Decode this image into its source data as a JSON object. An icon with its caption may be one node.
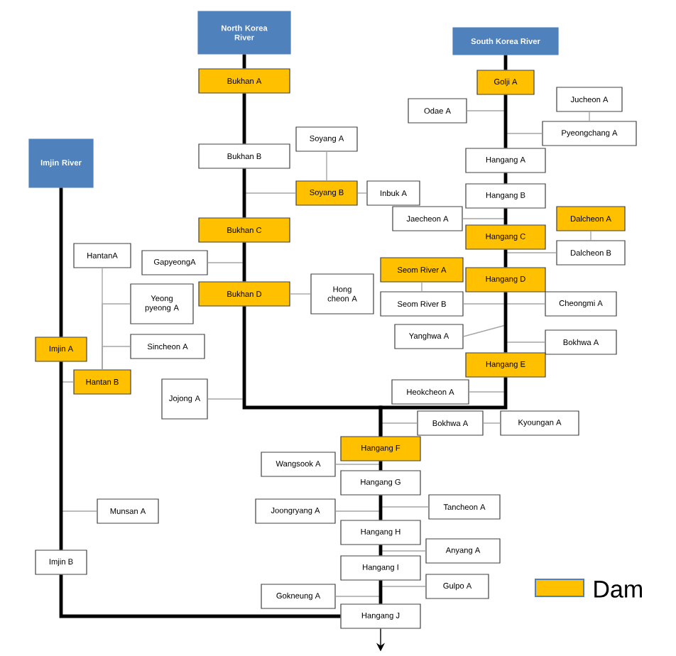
{
  "diagram": {
    "nodes": [
      {
        "text": [
          "North Korea River"
        ]
      },
      {
        "text": [
          "Bukhan A"
        ]
      },
      {
        "text": [
          "Bukhan B"
        ]
      },
      {
        "text": [
          "Soyang A"
        ]
      },
      {
        "text": [
          "Soyang B"
        ]
      },
      {
        "text": [
          "Inbuk A"
        ]
      },
      {
        "text": [
          "Bukhan C"
        ]
      },
      {
        "text": [
          "GapyeongA"
        ]
      },
      {
        "text": [
          "Hong cheon A"
        ]
      },
      {
        "text": [
          "Bukhan D"
        ]
      },
      {
        "text": [
          "South Korea River"
        ]
      },
      {
        "text": [
          "Golji A"
        ]
      },
      {
        "text": [
          "Jucheon A"
        ]
      },
      {
        "text": [
          "Odae A"
        ]
      },
      {
        "text": [
          "Pyeongchang A"
        ]
      },
      {
        "text": [
          "Hangang A"
        ]
      },
      {
        "text": [
          "Hangang B"
        ]
      },
      {
        "text": [
          "Jaecheon A"
        ]
      },
      {
        "text": [
          "Dalcheon A"
        ]
      },
      {
        "text": [
          "Hangang C"
        ]
      },
      {
        "text": [
          "Dalcheon B"
        ]
      },
      {
        "text": [
          "Seom River A"
        ]
      },
      {
        "text": [
          "Hangang D"
        ]
      },
      {
        "text": [
          "Seom River B"
        ]
      },
      {
        "text": [
          "Cheongmi A"
        ]
      },
      {
        "text": [
          "Yanghwa A"
        ]
      },
      {
        "text": [
          "Bokhwa A"
        ]
      },
      {
        "text": [
          "Hangang E"
        ]
      },
      {
        "text": [
          "Heokcheon A"
        ]
      },
      {
        "text": [
          "Imjin River"
        ]
      },
      {
        "text": [
          "HantanA"
        ]
      },
      {
        "text": [
          "Yeong pyeong A"
        ]
      },
      {
        "text": [
          "Imjin A"
        ]
      },
      {
        "text": [
          "Sincheon A"
        ]
      },
      {
        "text": [
          "Hantan B"
        ]
      },
      {
        "text": [
          "Jojong A"
        ]
      },
      {
        "text": [
          "Bokhwa A"
        ]
      },
      {
        "text": [
          "Kyoungan A"
        ]
      },
      {
        "text": [
          "Hangang F"
        ]
      },
      {
        "text": [
          "Wangsook A"
        ]
      },
      {
        "text": [
          "Hangang G"
        ]
      },
      {
        "text": [
          "Tancheon A"
        ]
      },
      {
        "text": [
          "Joongryang A"
        ]
      },
      {
        "text": [
          "Hangang H"
        ]
      },
      {
        "text": [
          "Munsan A"
        ]
      },
      {
        "text": [
          "Anyang A"
        ]
      },
      {
        "text": [
          "Hangang I"
        ]
      },
      {
        "text": [
          "Imjin B"
        ]
      },
      {
        "text": [
          "Gulpo A"
        ]
      },
      {
        "text": [
          "Gokneung A"
        ]
      },
      {
        "text": [
          "Hangang J"
        ]
      }
    ],
    "edges": [
      {
        "from": 0,
        "to": 1,
        "arrow": "none",
        "style": "thick",
        "color": "#000000"
      },
      {
        "from": 1,
        "to": 2,
        "arrow": "none",
        "style": "thick",
        "color": "#000000"
      },
      {
        "from": 2,
        "to": 6,
        "arrow": "none",
        "style": "thick",
        "color": "#000000"
      },
      {
        "from": 6,
        "to": 9,
        "arrow": "none",
        "style": "thick",
        "color": "#000000"
      },
      {
        "from": 9,
        "to": 38,
        "arrow": "none",
        "style": "thick",
        "color": "#000000"
      },
      {
        "from": 10,
        "to": 11,
        "arrow": "none",
        "style": "thick",
        "color": "#000000"
      },
      {
        "from": 11,
        "to": 15,
        "arrow": "none",
        "style": "thick",
        "color": "#000000"
      },
      {
        "from": 15,
        "to": 16,
        "arrow": "none",
        "style": "thick",
        "color": "#000000"
      },
      {
        "from": 16,
        "to": 19,
        "arrow": "none",
        "style": "thick",
        "color": "#000000"
      },
      {
        "from": 19,
        "to": 22,
        "arrow": "none",
        "style": "thick",
        "color": "#000000"
      },
      {
        "from": 22,
        "to": 27,
        "arrow": "none",
        "style": "thick",
        "color": "#000000"
      },
      {
        "from": 27,
        "to": 38,
        "arrow": "none",
        "style": "thick",
        "color": "#000000"
      },
      {
        "from": 38,
        "to": 40,
        "arrow": "none",
        "style": "thick",
        "color": "#000000"
      },
      {
        "from": 40,
        "to": 43,
        "arrow": "none",
        "style": "thick",
        "color": "#000000"
      },
      {
        "from": 43,
        "to": 46,
        "arrow": "none",
        "style": "thick",
        "color": "#000000"
      },
      {
        "from": 46,
        "to": 50,
        "arrow": "none",
        "style": "thick",
        "color": "#000000"
      },
      {
        "from": 29,
        "to": 32,
        "arrow": "none",
        "style": "thick",
        "color": "#000000"
      },
      {
        "from": 32,
        "to": 47,
        "arrow": "none",
        "style": "thick",
        "color": "#000000"
      },
      {
        "from": 47,
        "to": 50,
        "arrow": "none",
        "style": "thick",
        "color": "#000000"
      },
      {
        "from": 50,
        "to": null,
        "arrow": "to",
        "color": "#000000"
      },
      {
        "from": 3,
        "to": 4,
        "arrow": "none"
      },
      {
        "from": 5,
        "to": 4,
        "arrow": "none"
      },
      {
        "from": 4,
        "to": 6,
        "arrow": "none"
      },
      {
        "from": 7,
        "to": 9,
        "arrow": "none"
      },
      {
        "from": 8,
        "to": 9,
        "arrow": "none"
      },
      {
        "from": 35,
        "to": 38,
        "arrow": "none"
      },
      {
        "from": 13,
        "to": 15,
        "arrow": "none"
      },
      {
        "from": 12,
        "to": 14,
        "arrow": "none"
      },
      {
        "from": 14,
        "to": 15,
        "arrow": "none"
      },
      {
        "from": 17,
        "to": 19,
        "arrow": "none"
      },
      {
        "from": 18,
        "to": 20,
        "arrow": "none"
      },
      {
        "from": 20,
        "to": 22,
        "arrow": "none"
      },
      {
        "from": 21,
        "to": 23,
        "arrow": "none"
      },
      {
        "from": 23,
        "to": 27,
        "arrow": "none"
      },
      {
        "from": 24,
        "to": 27,
        "arrow": "none"
      },
      {
        "from": 25,
        "to": 27,
        "arrow": "none"
      },
      {
        "from": 26,
        "to": 27,
        "arrow": "none"
      },
      {
        "from": 28,
        "to": 38,
        "arrow": "none"
      },
      {
        "from": 30,
        "to": 34,
        "arrow": "none"
      },
      {
        "from": 31,
        "to": 34,
        "arrow": "none"
      },
      {
        "from": 33,
        "to": 34,
        "arrow": "none"
      },
      {
        "from": 34,
        "to": 47,
        "arrow": "none"
      },
      {
        "from": 44,
        "to": 47,
        "arrow": "none"
      },
      {
        "from": 37,
        "to": 36,
        "arrow": "none"
      },
      {
        "from": 36,
        "to": 38,
        "arrow": "none"
      },
      {
        "from": 39,
        "to": 40,
        "arrow": "none"
      },
      {
        "from": 41,
        "to": 43,
        "arrow": "none"
      },
      {
        "from": 42,
        "to": 43,
        "arrow": "none"
      },
      {
        "from": 45,
        "to": 46,
        "arrow": "none"
      },
      {
        "from": 48,
        "to": 50,
        "arrow": "none"
      },
      {
        "from": 49,
        "to": 50,
        "arrow": "none"
      }
    ],
    "legend": [
      {
        "text": "Dam",
        "color": "#ffc000"
      }
    ]
  }
}
